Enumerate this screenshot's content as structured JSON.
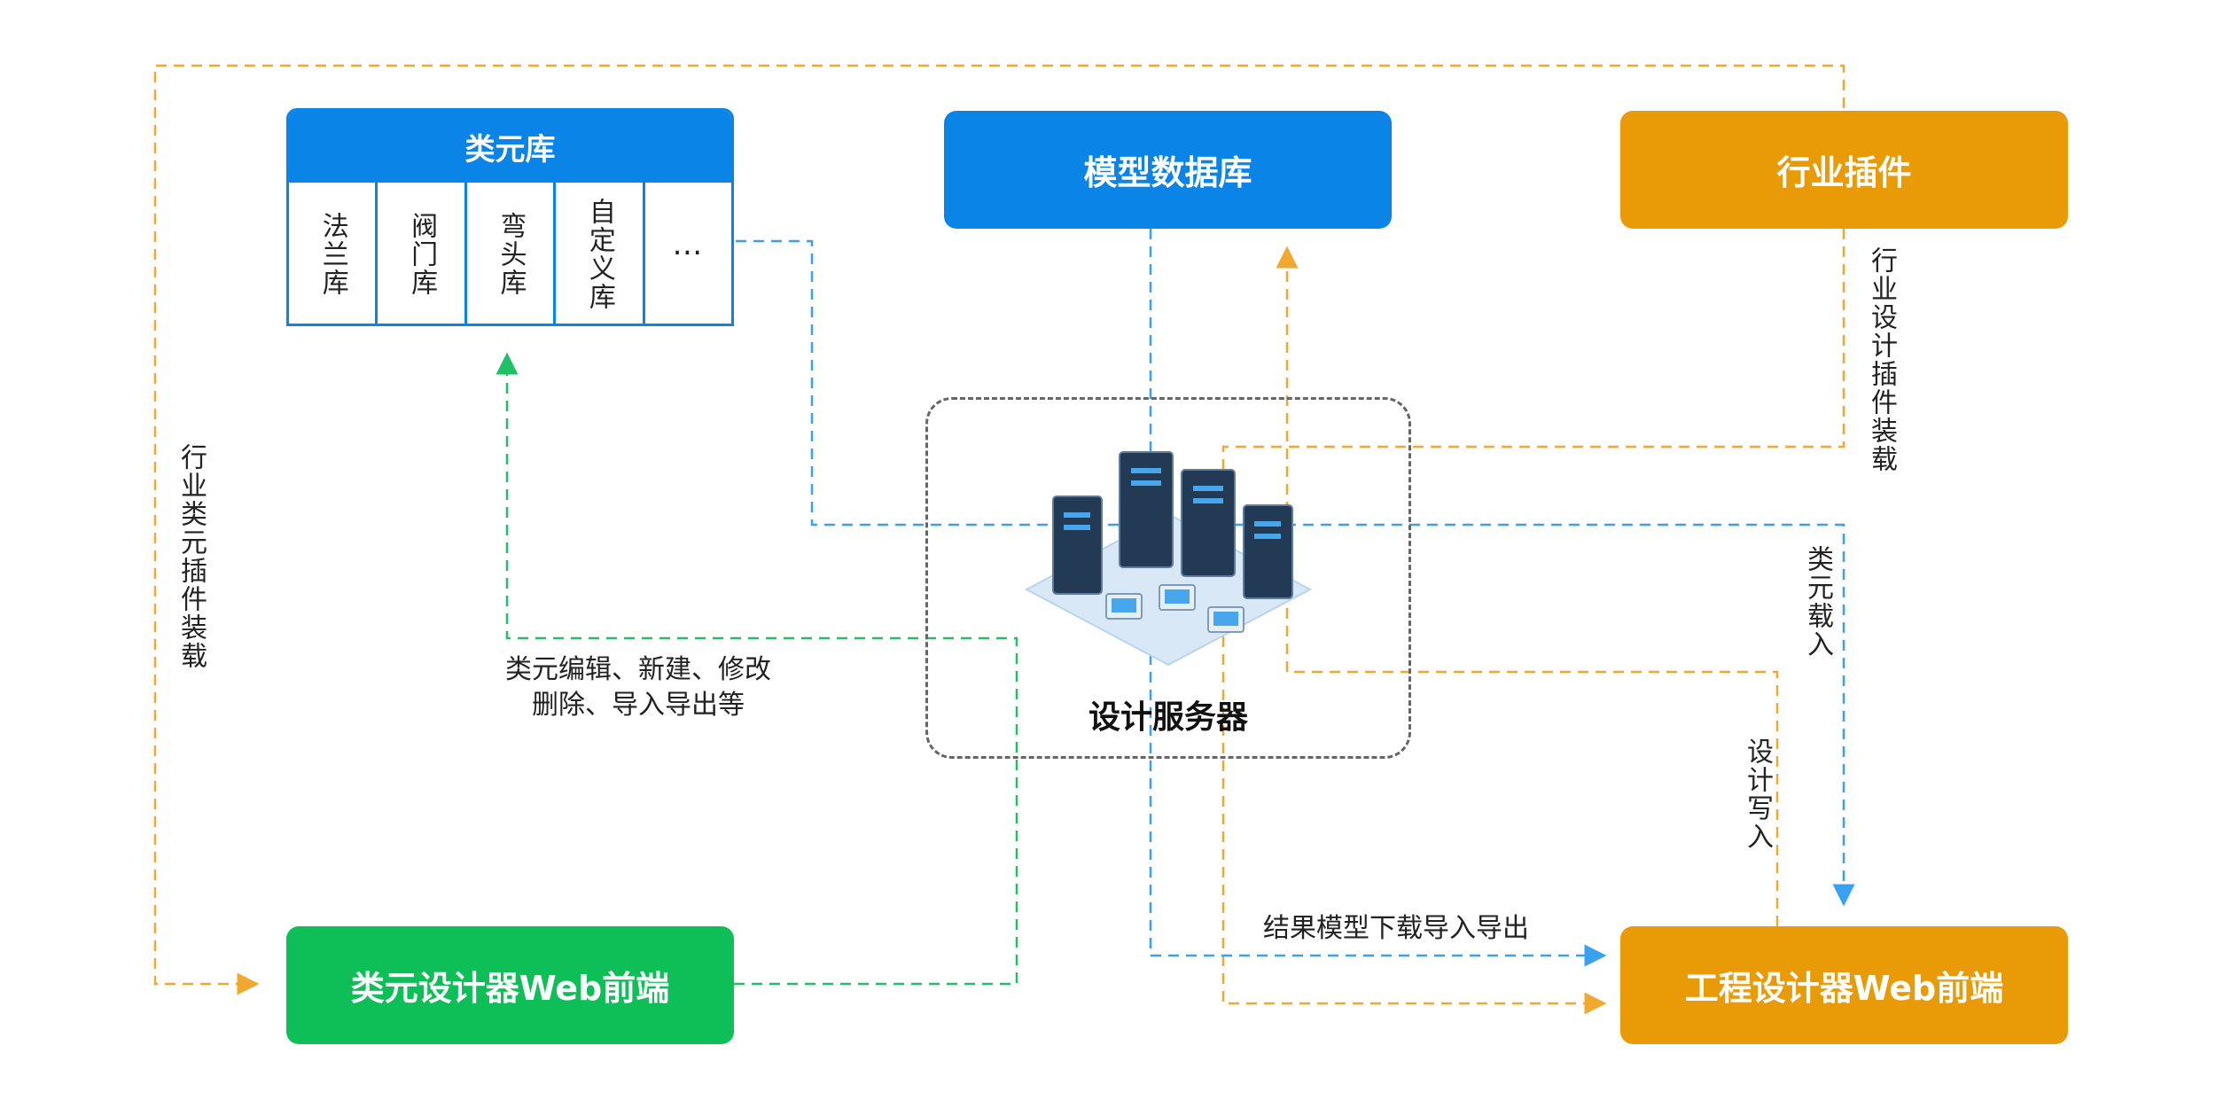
{
  "nodes": {
    "library": {
      "title": "类元库",
      "cells": [
        "法兰库",
        "阀门库",
        "弯头库",
        "自定义库",
        "…"
      ]
    },
    "model_db": "模型数据库",
    "industry_plugin": "行业插件",
    "server": "设计服务器",
    "class_designer": "类元设计器Web前端",
    "engineering_designer": "工程设计器Web前端"
  },
  "labels": {
    "industry_class_plugin_load": "行业类元插件装载",
    "class_edit_line1": "类元编辑、新建、修改",
    "class_edit_line2": "删除、导入导出等",
    "industry_design_plugin_load": "行业设计插件装载",
    "class_load": "类元载入",
    "design_write": "设计写入",
    "result_model": "结果模型下载导入导出"
  },
  "colors": {
    "blue": "#0a84e6",
    "orange": "#e89b06",
    "green": "#0ebf58",
    "line_blue": "#3aa0f0",
    "line_orange": "#f0a830",
    "line_green": "#22c066"
  }
}
